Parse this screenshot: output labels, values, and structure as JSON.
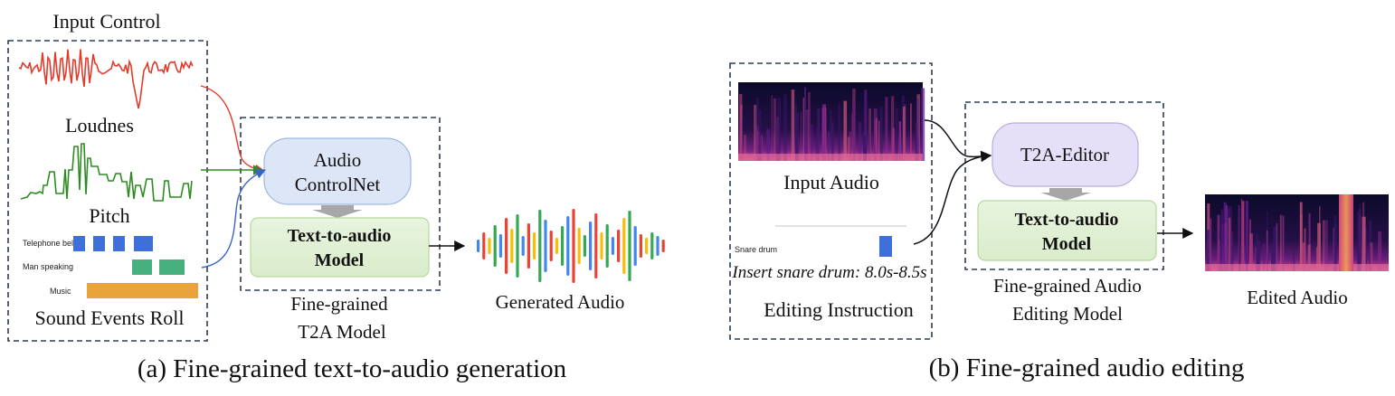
{
  "left": {
    "input_control_title": "Input Control",
    "loudness_label": "Loudnes",
    "pitch_label": "Pitch",
    "sound_events_label": "Sound Events Roll",
    "sound_events": [
      {
        "name": "Telephone bell",
        "color": "#3f6fd8"
      },
      {
        "name": "Man speaking",
        "color": "#47b07f"
      },
      {
        "name": "Music",
        "color": "#e8a33a"
      }
    ],
    "controlnet_line1": "Audio",
    "controlnet_line2": "ControlNet",
    "t2a_model_line1": "Text-to-audio",
    "t2a_model_line2": "Model",
    "finegrained_line1": "Fine-grained",
    "finegrained_line2": "T2A Model",
    "generated_audio_label": "Generated Audio",
    "caption": "(a) Fine-grained text-to-audio generation"
  },
  "right": {
    "input_audio_label": "Input Audio",
    "snare_label": "Snare drum",
    "instruction_text": "Insert snare drum: 8.0s-8.5s",
    "editing_instruction_label": "Editing Instruction",
    "editor_label": "T2A-Editor",
    "t2a_model_line1": "Text-to-audio",
    "t2a_model_line2": "Model",
    "finegrained_line1": "Fine-grained Audio",
    "finegrained_line2": "Editing Model",
    "edited_audio_label": "Edited Audio",
    "caption": "(b) Fine-grained audio editing"
  },
  "colors": {
    "loudness": "#e23a2a",
    "pitch": "#2e8b22",
    "controlnet_fill": "#dce6f6",
    "editor_fill": "#e5e0f7",
    "model_fill": "#e2f1d8",
    "wave_palette": [
      "#4285f4",
      "#ea4335",
      "#fbbc05",
      "#34a853"
    ]
  }
}
